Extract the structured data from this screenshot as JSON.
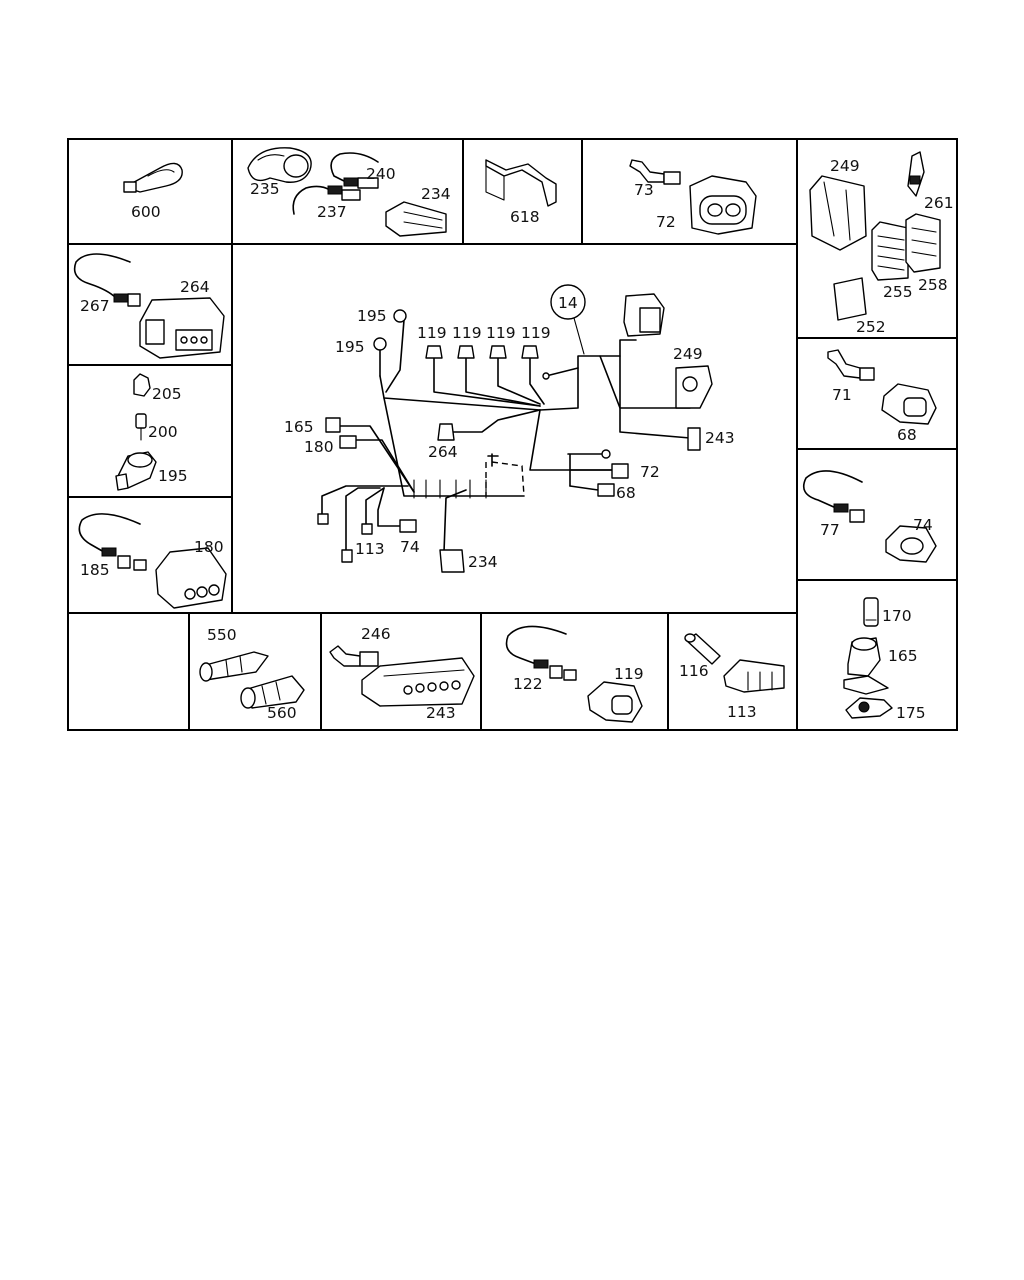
{
  "diagram": {
    "center_ref": "14",
    "labels": {
      "p600": "600",
      "p235": "235",
      "p240": "240",
      "p237": "237",
      "p234a": "234",
      "p618": "618",
      "p73a": "73",
      "p72a": "72",
      "p249a": "249",
      "p261": "261",
      "p255": "255",
      "p258": "258",
      "p252": "252",
      "p264a": "264",
      "p267": "267",
      "p205": "205",
      "p200": "200",
      "p195a": "195",
      "p180a": "180",
      "p185": "185",
      "p71": "71",
      "p68a": "68",
      "p77": "77",
      "p74a": "74",
      "p170": "170",
      "p165a": "165",
      "p175": "175",
      "p550": "550",
      "p560": "560",
      "p246": "246",
      "p243a": "243",
      "p122": "122",
      "p119a": "119",
      "p116": "116",
      "p113a": "113",
      "c195a": "195",
      "c195b": "195",
      "c119a": "119",
      "c119b": "119",
      "c119c": "119",
      "c119d": "119",
      "c249": "249",
      "c165": "165",
      "c180": "180",
      "c264": "264",
      "c243": "243",
      "c72": "72",
      "c68": "68",
      "c113": "113",
      "c74": "74",
      "c234": "234"
    }
  }
}
